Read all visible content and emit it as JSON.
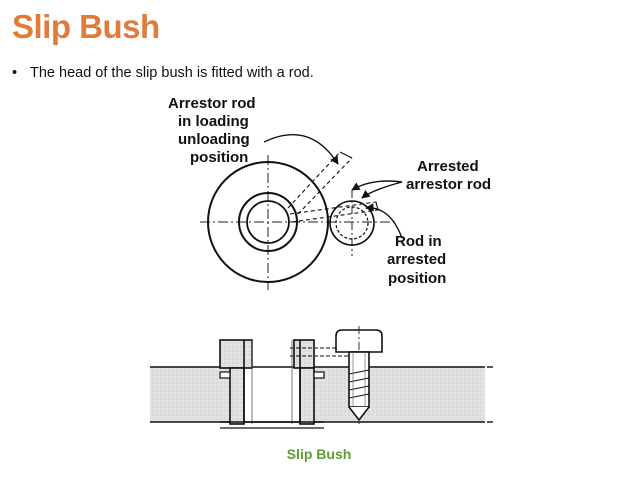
{
  "slide": {
    "title": "Slip Bush",
    "bullets": [
      {
        "symbol": "•",
        "text": "The head of the slip bush is fitted with a rod."
      }
    ],
    "caption": "Slip Bush"
  },
  "figure": {
    "labels": {
      "loading_line1": "Arrestor rod",
      "loading_line2": "in loading",
      "loading_line3": "unloading",
      "loading_line4": "position",
      "arrested_line1": "Arrested",
      "arrested_line2": "arrestor rod",
      "rod_line1": "Rod in",
      "rod_line2": "arrested",
      "rod_line3": "position"
    }
  },
  "colors": {
    "title": "#e07b3a",
    "caption": "#5e9e32",
    "hatch": "#d6d6d6"
  }
}
